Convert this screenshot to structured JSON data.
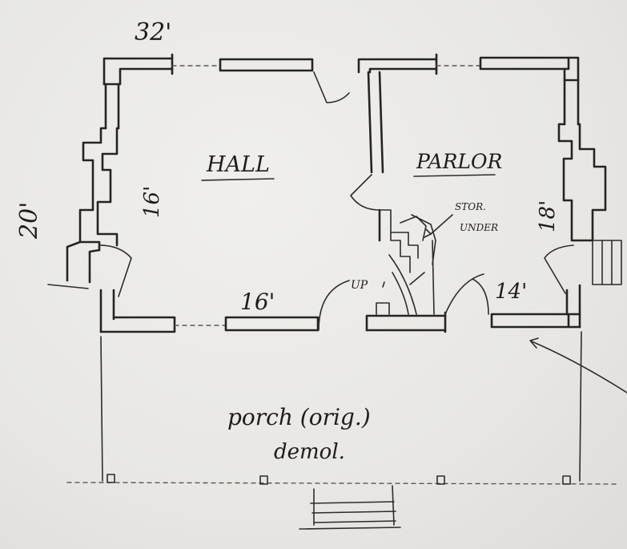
{
  "dimensions": {
    "overall_width": "32'",
    "overall_depth": "20'",
    "hall_width": "16'",
    "hall_depth": "16'",
    "parlor_width": "14'",
    "parlor_depth": "18'"
  },
  "rooms": {
    "hall": "HALL",
    "parlor": "PARLOR"
  },
  "annotations": {
    "stair_up": "UP",
    "storage_line1": "STOR.",
    "storage_line2": "UNDER",
    "porch_line1": "porch (orig.)",
    "porch_line2": "demol."
  },
  "colors": {
    "paper": "#e9e8e4",
    "ink": "#262422"
  }
}
